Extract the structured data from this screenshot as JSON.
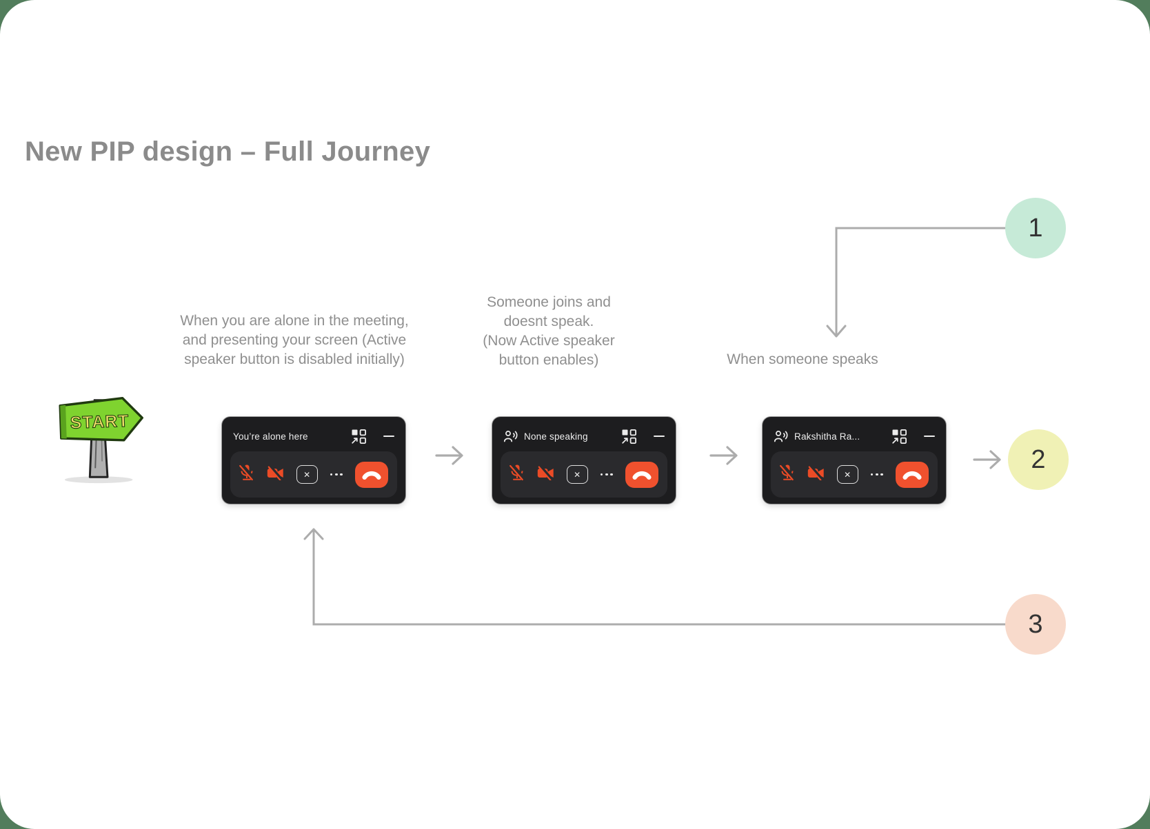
{
  "page": {
    "title": "New PIP design – Full Journey",
    "background_color": "#527d5c",
    "card_color": "#ffffff"
  },
  "start_sign": {
    "label": "START"
  },
  "captions": {
    "step1": "When you are alone in the meeting,\nand presenting your screen (Active\nspeaker button is disabled initially)",
    "step2": "Someone joins and\ndoesnt speak.\n(Now Active speaker\nbutton enables)",
    "step3": "When someone speaks"
  },
  "pip_widgets": [
    {
      "title": "You’re alone here",
      "has_speaker_icon": false
    },
    {
      "title": "None speaking",
      "has_speaker_icon": true
    },
    {
      "title": "Rakshitha Ra...",
      "has_speaker_icon": true
    }
  ],
  "controls": {
    "close_glyph": "✕"
  },
  "badges": [
    {
      "number": "1",
      "color": "#c6ead7"
    },
    {
      "number": "2",
      "color": "#f0f1b5"
    },
    {
      "number": "3",
      "color": "#f8dacb"
    }
  ],
  "colors": {
    "icon_orange": "#eb4b26",
    "hangup_red": "#f0512e",
    "widget_bg": "#1d1d1f",
    "control_bar_bg": "#2a2a2d",
    "connector_gray": "#acacac",
    "caption_gray": "#8f8f8f",
    "title_gray": "#8b8b8b",
    "badge_text": "#333333"
  },
  "icons": {
    "speaker": "active-speaker-icon",
    "popout": "popout-grid-icon",
    "minimize": "minimize-icon",
    "mic": "mic-off-icon",
    "camera": "camera-off-icon",
    "close": "close-icon",
    "more": "more-options-icon",
    "end_call": "end-call-icon",
    "start": "start-signpost"
  }
}
